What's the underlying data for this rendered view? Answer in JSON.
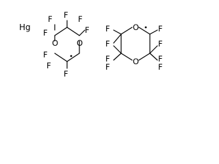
{
  "metal": {
    "symbol": "Hg"
  },
  "molecules": [
    {
      "name": "",
      "atoms": {
        "c1_f_top_left": "F",
        "c1_f_top_right": "F",
        "c1_f_left": "F",
        "c2_f_top": "F",
        "c2_f_right": "F",
        "o_top": "O",
        "o_bottom": "O",
        "c4_f_left": "F",
        "c4_f_bottom": "F",
        "c3_f_bottom": "F"
      }
    },
    {
      "name": "",
      "atoms": {
        "o_top": "O",
        "o_bottom": "O",
        "c1_f": "F",
        "c2_f_left_top": "F",
        "c2_f_left": "F",
        "c3_f_left_bottom": "F",
        "c3_f_left": "F",
        "c4_f_right_top": "F",
        "c4_f_right": "F",
        "c4_f_bottom": "F"
      }
    }
  ],
  "colors": {
    "foreground": "#000000",
    "background": "#ffffff"
  }
}
